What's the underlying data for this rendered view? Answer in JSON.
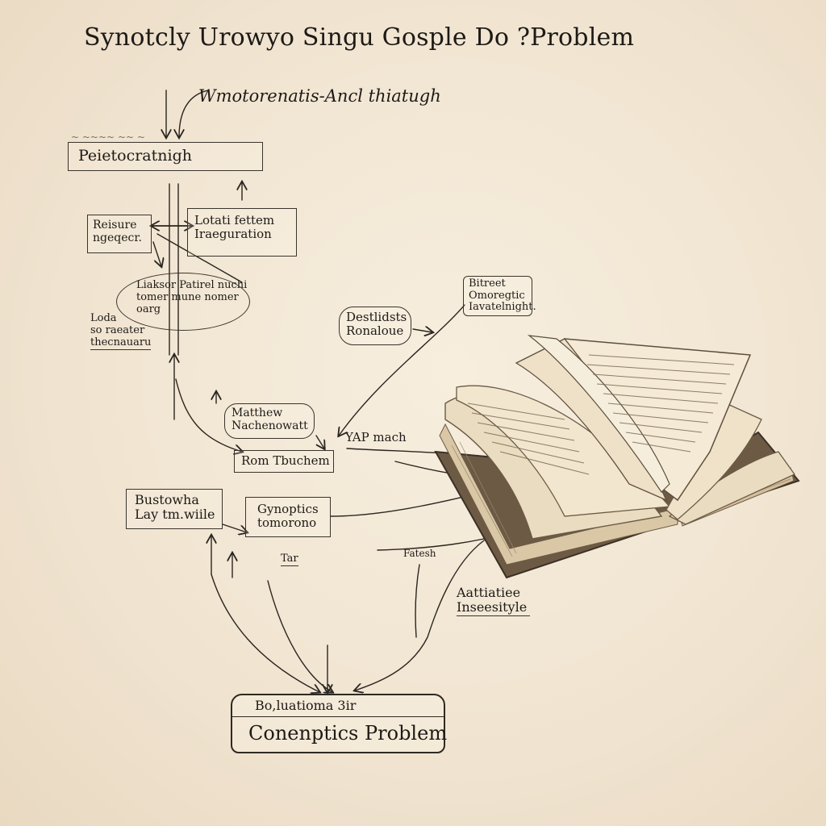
{
  "diagram": {
    "title": "Synotcly Urowyo Singu Gosple Do ?Problem",
    "subtitle": "Wmotorenatis-Ancl thiatugh",
    "top_box": "Peietocratnigh",
    "top_box_note": "~ ~~~~ ~~ ~",
    "box_reisure": [
      "Reisure",
      "ngeqecr."
    ],
    "box_lotati": [
      "Lotati fettem",
      "Iraeguration"
    ],
    "oval_liaksor": [
      "Liaksor Patirel",
      "nuchi tomer mune",
      "nomer oarg"
    ],
    "left_notes": [
      "Loda",
      "so raeater",
      "thecnauaru"
    ],
    "box_destlidsts": [
      "Destlidsts",
      "Ronaloue"
    ],
    "box_bitreet": [
      "Bitreet",
      "Omoregtic",
      "Iavatelnight."
    ],
    "oval_matthew": [
      "Matthew",
      "Nachenowatt"
    ],
    "label_yap": "YAP mach",
    "box_rom": "Rom Tbuchem",
    "box_bustowha": [
      "Bustowha",
      "Lay tm.wiile"
    ],
    "box_gynoptics": [
      "Gynoptics",
      "tomorono"
    ],
    "label_tar": "Tar",
    "label_fatesh": "Fatesh",
    "box_aattiatiee": [
      "Aattiatiee",
      "Inseesityle"
    ],
    "banner_top": "Bo,luatioma 3ir",
    "banner_main": "Conenptics Problem",
    "colors": {
      "ink": "#1d1a16",
      "page": "#f3e8d6",
      "paper": "#efe2c9",
      "cover": "#6d5a45"
    }
  }
}
